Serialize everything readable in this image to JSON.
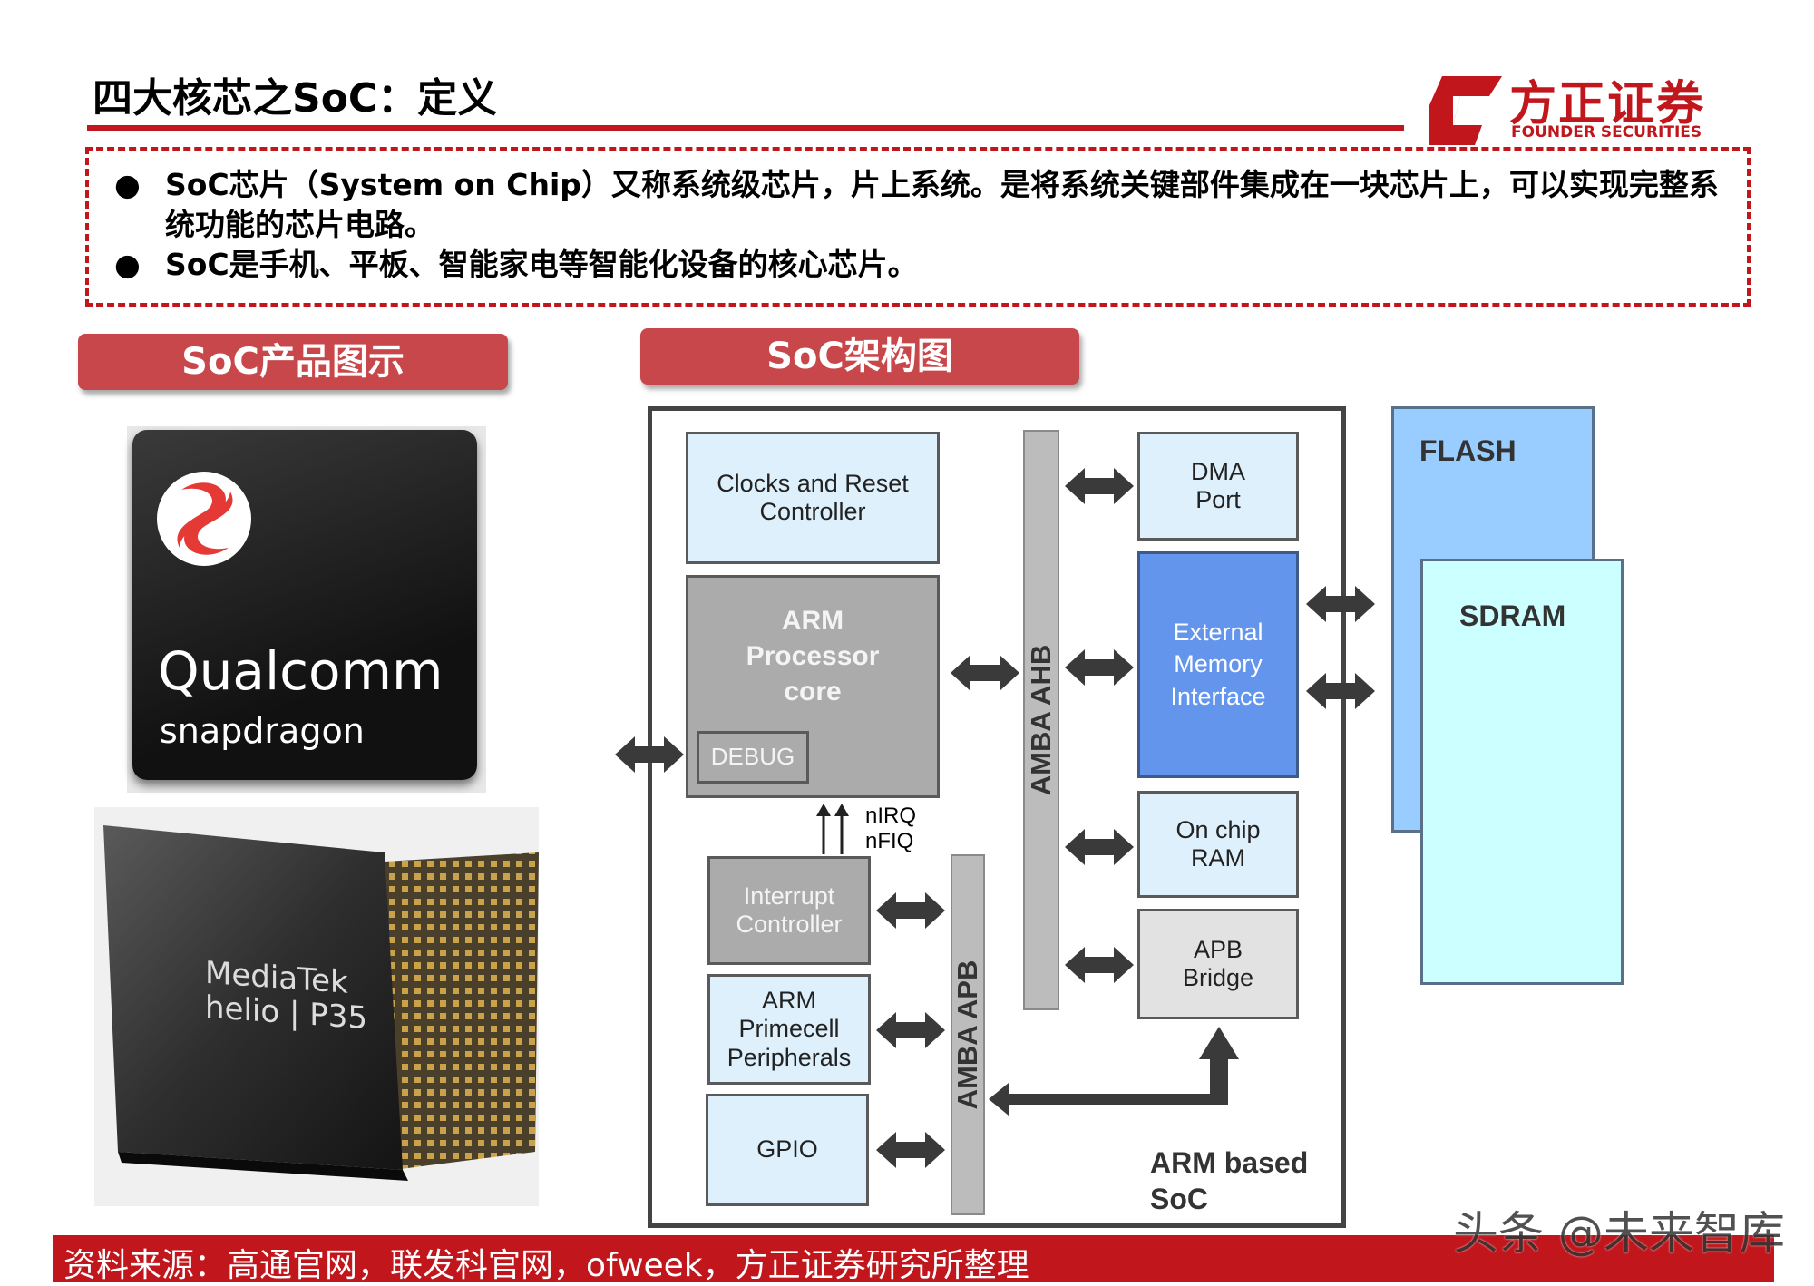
{
  "header": {
    "title": "四大核芯之SoC：定义",
    "logo_cn": "方正证券",
    "logo_en": "FOUNDER SECURITIES"
  },
  "bullets": [
    "SoC芯片（System on Chip）又称系统级芯片，片上系统。是将系统关键部件集成在一块芯片上，可以实现完整系统功能的芯片电路。",
    "SoC是手机、平板、智能家电等智能化设备的核心芯片。"
  ],
  "sections": {
    "left_title": "SoC产品图示",
    "right_title": "SoC架构图"
  },
  "products": {
    "qualcomm": "Qualcomm",
    "snapdragon": "snapdragon",
    "mediatek": "MediaTek",
    "helio": "helio | P35"
  },
  "diagram": {
    "clocks": "Clocks and Reset Controller",
    "arm_core": "ARM Processor core",
    "debug": "DEBUG",
    "nirq": "nIRQ",
    "nfiq": "nFIQ",
    "interrupt": "Interrupt Controller",
    "primecell": "ARM Primecell Peripherals",
    "gpio": "GPIO",
    "amba_ahb": "AMBA AHB",
    "amba_apb": "AMBA APB",
    "dma": "DMA Port",
    "emi": "External Memory Interface",
    "ram": "On chip RAM",
    "apb_bridge": "APB Bridge",
    "soc_label": "ARM based SoC",
    "flash": "FLASH",
    "sdram": "SDRAM",
    "colors": {
      "emi_fill": "#6495ed",
      "flash_fill": "#99ccff",
      "sdram_fill": "#ccffff",
      "block_fill": "#ddf0fb"
    }
  },
  "footer": {
    "source": "资料来源：高通官网，联发科官网，ofweek，方正证券研究所整理",
    "watermark": "头条 @未来智库"
  }
}
